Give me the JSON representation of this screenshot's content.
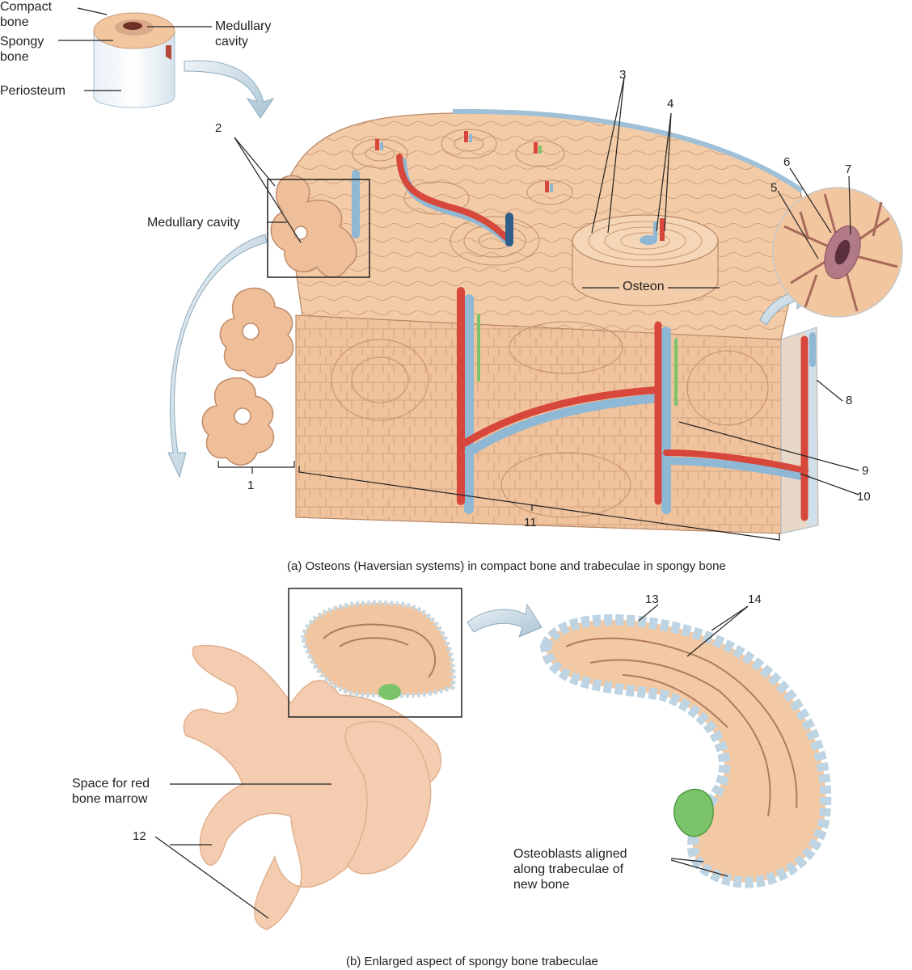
{
  "inset_labels": {
    "compact_bone": [
      "Compact",
      "bone"
    ],
    "spongy_bone": [
      "Spongy",
      "bone"
    ],
    "periosteum": "Periosteum",
    "medullary_cavity": [
      "Medullary",
      "cavity"
    ]
  },
  "main_labels": {
    "medullary_cavity": "Medullary cavity",
    "osteon": "Osteon",
    "space_red_marrow": [
      "Space for red",
      "bone marrow"
    ],
    "osteoblasts": [
      "Osteoblasts aligned",
      "along trabeculae of",
      "new bone"
    ]
  },
  "numbers": [
    "1",
    "2",
    "3",
    "4",
    "5",
    "6",
    "7",
    "8",
    "9",
    "10",
    "11",
    "12",
    "13",
    "14"
  ],
  "captions": {
    "a": "(a) Osteons (Haversian systems) in compact bone and trabeculae in spongy bone",
    "b": "(b) Enlarged aspect of spongy bone trabeculae"
  },
  "colors": {
    "bone": "#f3c9a3",
    "bone_dark": "#d9a27c",
    "artery": "#d8473b",
    "vein": "#8fb8d4",
    "osteoblast": "#c9dde8",
    "osteoclast": "#7cc46a"
  }
}
